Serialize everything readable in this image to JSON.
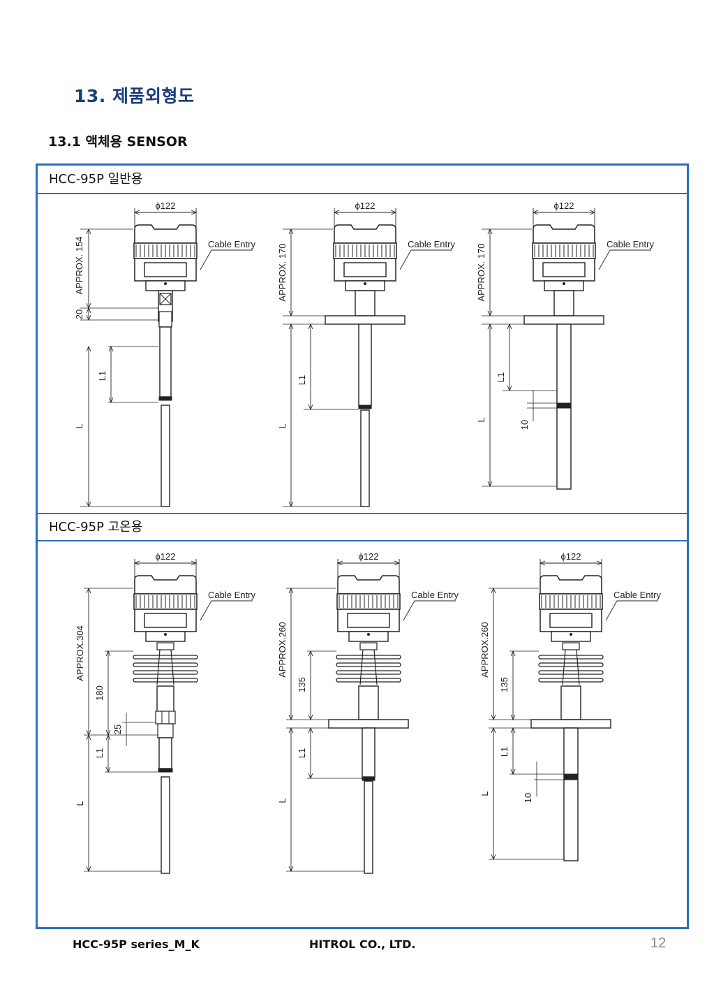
{
  "heading": "13. 제품외형도",
  "subheading": "13.1 액체용 SENSOR",
  "panels": [
    {
      "label": "HCC-95P 일반용"
    },
    {
      "label": "HCC-95P 고온용"
    }
  ],
  "dims": {
    "diameter": "ϕ122",
    "cable_entry": "Cable Entry",
    "approx_154": "APPROX. 154",
    "approx_170": "APPROX. 170",
    "approx_304": "APPROX.304",
    "approx_260": "APPROX.260",
    "d20": "20",
    "d25": "25",
    "d180": "180",
    "d135": "135",
    "d10": "10",
    "L1": "L1",
    "L": "L"
  },
  "footer": {
    "left": "HCC-95P series_M_K",
    "center": "HITROL CO., LTD.",
    "page": "12"
  }
}
